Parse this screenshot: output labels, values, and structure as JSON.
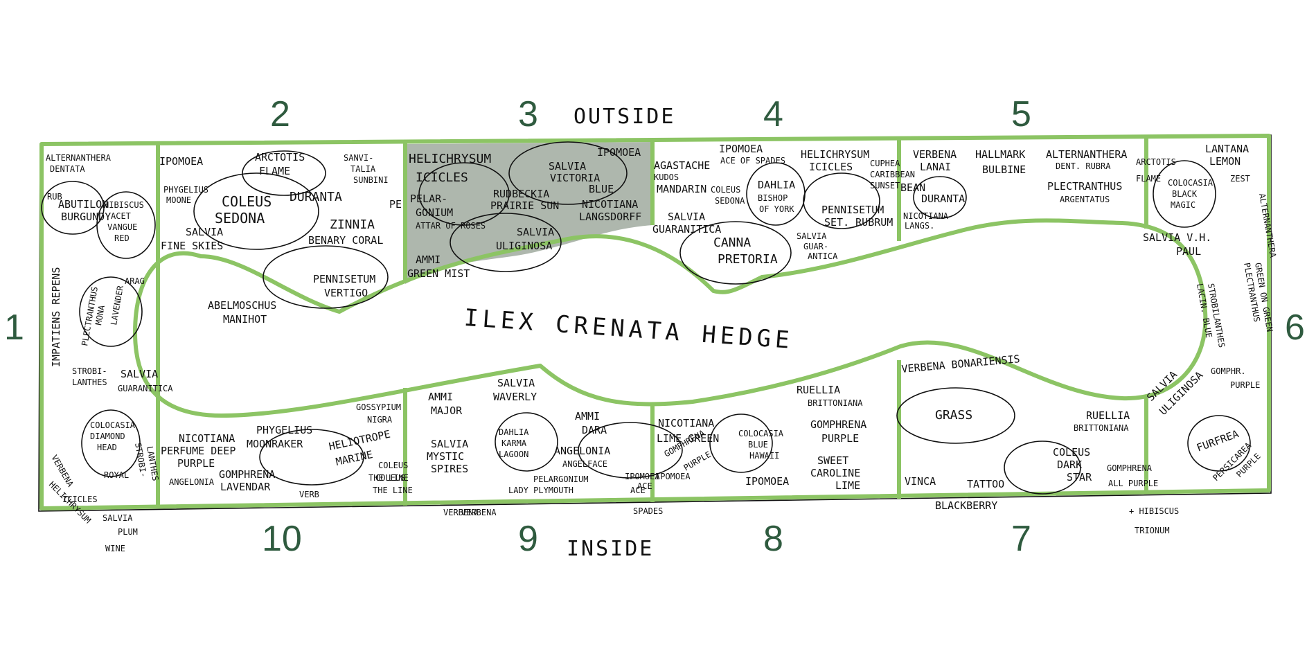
{
  "sections": [
    "1",
    "2",
    "3",
    "4",
    "5",
    "6",
    "7",
    "8",
    "9",
    "10"
  ],
  "labels": {
    "outside": "OUTSIDE",
    "inside": "INSIDE",
    "hedge": "ILEX CRENATA HEDGE"
  },
  "colors": {
    "outline": "#8cc464",
    "shaded": "#aeb7ad",
    "numbers": "#2f5b3f"
  },
  "plants": {
    "s1": [
      "ALTERNANTHERA",
      "DENTATA",
      "RUB",
      "ABUTILON",
      "BURGUNDY",
      "HIBISCUS",
      "ACET",
      "VANGUE",
      "RED",
      "IMPATIENS REPENS",
      "PLECTRANTHUS",
      "MONA",
      "LAVENDER",
      "SALVIA",
      "GUARANITICA",
      "STROBI-",
      "LANTHES",
      "COLOCASIA",
      "DIAMOND",
      "HEAD",
      "VERBENA",
      "ROYAL",
      "HELICHRYSUM",
      "ICICLES",
      "STROBI-",
      "LANTHES",
      "ARAG"
    ],
    "s2": [
      "IPOMOEA",
      "PHYGELIUS",
      "MOONE",
      "ARCTOTIS",
      "FLAME",
      "SANVI-",
      "TALIA",
      "SUNBINI",
      "COLEUS",
      "SEDONA",
      "DURANTA",
      "SALVIA",
      "FINE SKIES",
      "ZINNIA",
      "BENARY CORAL",
      "ABELMOSCHUS",
      "MANIHOT",
      "PENNISETUM",
      "VERTIGO",
      "PE"
    ],
    "s3": [
      "HELICHRYSUM",
      "ICICLES",
      "SALVIA",
      "VICTORIA",
      "BLUE",
      "IPOMOEA",
      "RUDBECKIA",
      "PRAIRIE SUN",
      "PELAR-",
      "GONIUM",
      "ATTAR OF ROSES",
      "NICOTIANA",
      "LANGSDORFF",
      "SALVIA",
      "ULIGINOSA",
      "AMMI",
      "GREEN MIST"
    ],
    "s4": [
      "AGASTACHE",
      "KUDOS",
      "MANDARIN",
      "IPOMOEA",
      "ACE OF SPADES",
      "HELICHRYSUM",
      "ICICLES",
      "COLEUS",
      "SEDONA",
      "DAHLIA",
      "BISHOP",
      "OF YORK",
      "SALVIA",
      "GUARANITICA",
      "CUPHEA",
      "CARIBBEAN",
      "SUNSET",
      "PENNISETUM",
      "SET. RUBRUM",
      "CANNA",
      "PRETORIA",
      "SALVIA",
      "GUAR-",
      "ANTICA"
    ],
    "s5": [
      "VERBENA",
      "LANAI",
      "HALLMARK",
      "BULBINE",
      "ALTERNANTHERA",
      "DENT. RUBRA",
      "BEAN",
      "DURANTA",
      "NICOTIANA",
      "LANGS.",
      "PLECTRANTHUS",
      "ARGENTATUS",
      "ARCTOTIS",
      "FLAME"
    ],
    "s6": [
      "LANTANA",
      "LEMON",
      "ZEST",
      "COLOCASIA",
      "BLACK",
      "MAGIC",
      "SALVIA V.H.",
      "PAUL",
      "STROBILANTHES",
      "LACIN. BLUE",
      "PLECTRANTHUS",
      "GREEN ON GREEN",
      "ALTERNANTHERA",
      "GOMPHR.",
      "PURPLE",
      "SALVIA",
      "ULIGINOSA",
      "FURFREA",
      "PERSICAREA",
      "PURPLE"
    ],
    "s7": [
      "VERBENA BONARIENSIS",
      "GRASS",
      "RUELLIA",
      "BRITTONIANA",
      "COLEUS",
      "DARK",
      "STAR",
      "VINCA",
      "TATTOO",
      "GOMPHRENA",
      "ALL PURPLE",
      "BLACKBERRY",
      "+ HIBISCUS",
      "TRIONUM"
    ],
    "s8": [
      "NICOTIANA",
      "LIME GREEN",
      "RUELLIA",
      "BRITTONIANA",
      "GOMPHRENA",
      "PURPLE",
      "COLOCASIA",
      "BLUE",
      "HAWAII",
      "GOMPHRENA",
      "PURPLE",
      "SWEET",
      "CAROLINE",
      "LIME",
      "IPOMOEA",
      "IPOMOEA",
      "ACE",
      "SPADES"
    ],
    "s9": [
      "AMMI",
      "MAJOR",
      "SALVIA",
      "WAVERLY",
      "AMMI",
      "DARA",
      "SALVIA",
      "MYSTIC",
      "SPIRES",
      "DAHLIA",
      "KARMA",
      "LAGOON",
      "ANGELONIA",
      "ANGELFACE",
      "PELARGONIUM",
      "LADY PLYMOUTH",
      "IPOMOEA",
      "ACE",
      "VERBENA",
      "COLEUS",
      "THE LINE"
    ],
    "s10": [
      "NICOTIANA",
      "PERFUME DEEP",
      "PURPLE",
      "PHYGELIUS",
      "MOONRAKER",
      "GOSSYPIUM",
      "NIGRA",
      "HELIOTROPE",
      "MARINE",
      "ANGELONIA",
      "GOMPHRENA",
      "LAVENDAR",
      "VERB",
      "COLEUS",
      "THE LINE"
    ],
    "outside_notes": [
      "SALVIA",
      "PLUM",
      "WINE",
      "VERBENA"
    ]
  }
}
